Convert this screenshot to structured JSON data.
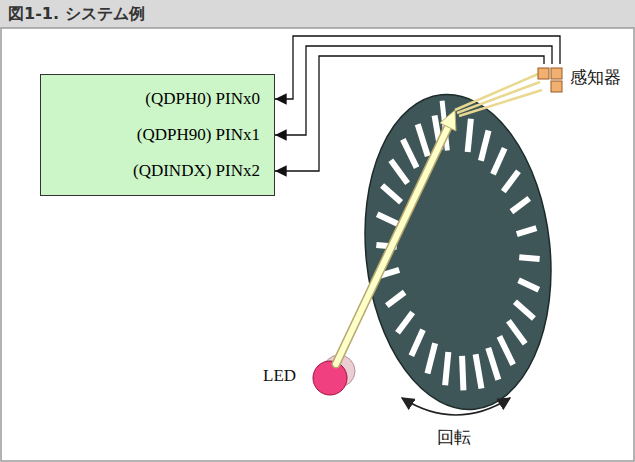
{
  "diagram": {
    "title": "図1-1. システム例",
    "nodes": [
      {
        "text": [
          "(QDPH0) PINx0",
          "(QDPH90) PINx1",
          "(QDINDX) PINx2"
        ]
      },
      {
        "text": [
          "感知器"
        ]
      }
    ],
    "edges": [
      {
        "from": 1,
        "to": 0,
        "arrow": "to"
      },
      {
        "from": 1,
        "to": 0,
        "arrow": "to"
      },
      {
        "from": 1,
        "to": 0,
        "arrow": "to"
      }
    ],
    "labels": [
      "LED",
      "回転"
    ]
  }
}
